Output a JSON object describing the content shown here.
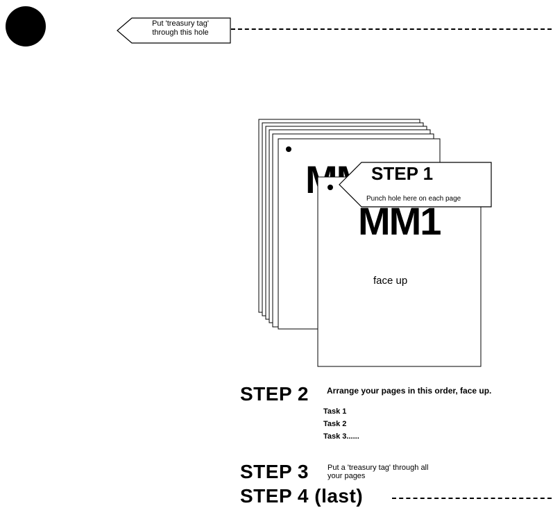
{
  "top": {
    "tag_label_line1": "Put 'treasury tag'",
    "tag_label_line2": "through this hole"
  },
  "stack": {
    "back_cover_text": "MM1",
    "front_cover_text": "MM1",
    "face_up_text": "face up"
  },
  "step1": {
    "title": "STEP 1",
    "subtitle": "Punch hole here on each page"
  },
  "step2": {
    "title": "STEP 2",
    "description": "Arrange your pages in this order, face up.",
    "tasks": [
      "Task 1",
      "Task 2",
      "Task 3......"
    ]
  },
  "step3": {
    "title": "STEP 3",
    "description_line1": "Put a 'treasury tag' through all",
    "description_line2": "your pages"
  },
  "step4": {
    "title": "STEP 4 (last)"
  }
}
